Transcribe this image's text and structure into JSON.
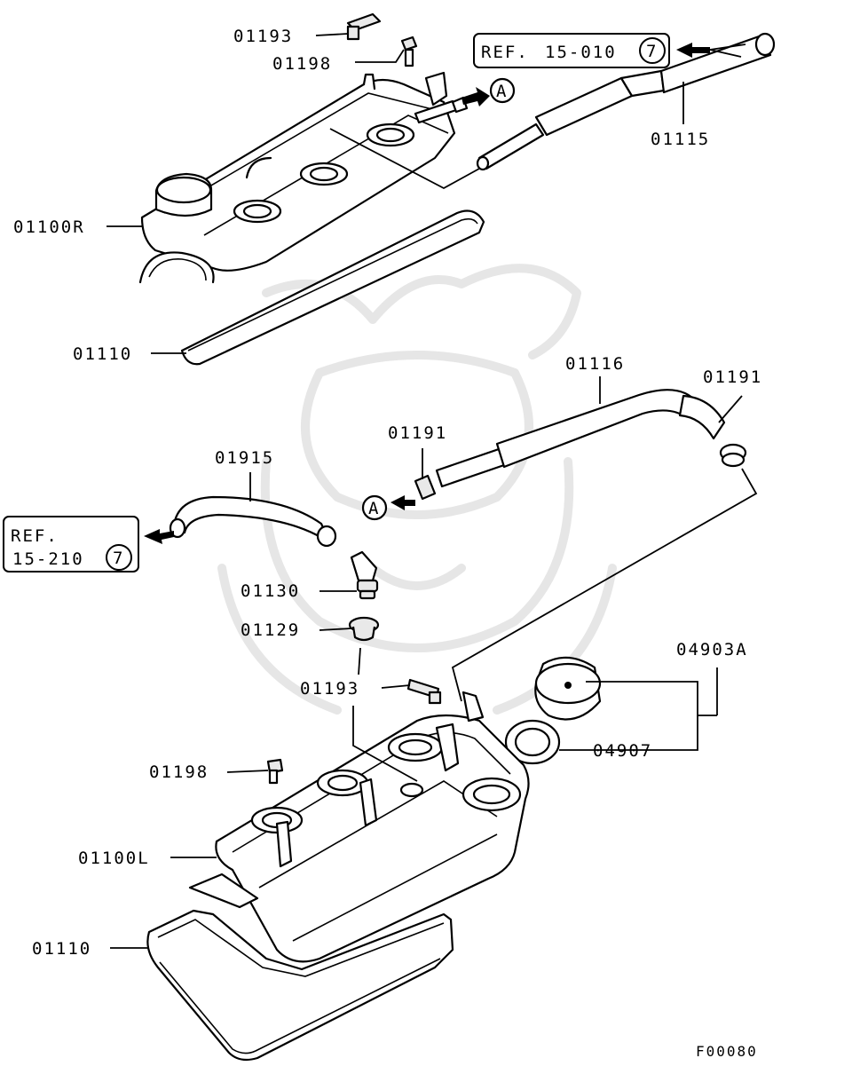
{
  "diagram_code": "F00080",
  "references": {
    "top": {
      "prefix": "REF.",
      "code": "15-010",
      "circle": "7"
    },
    "left": {
      "line1": "REF.",
      "line2": "15-210",
      "circle": "7"
    },
    "connector_mark": "A"
  },
  "labels": {
    "p01193_top": "01193",
    "p01198_top": "01198",
    "p01115": "01115",
    "p01100R": "01100R",
    "p01110_top": "01110",
    "p01116": "01116",
    "p01191_right": "01191",
    "p01191_mid": "01191",
    "p01915": "01915",
    "p01130": "01130",
    "p01129": "01129",
    "p01193_bottom": "01193",
    "p04903A": "04903A",
    "p04907": "04907",
    "p01198_bottom": "01198",
    "p01100L": "01100L",
    "p01110_bottom": "01110"
  }
}
